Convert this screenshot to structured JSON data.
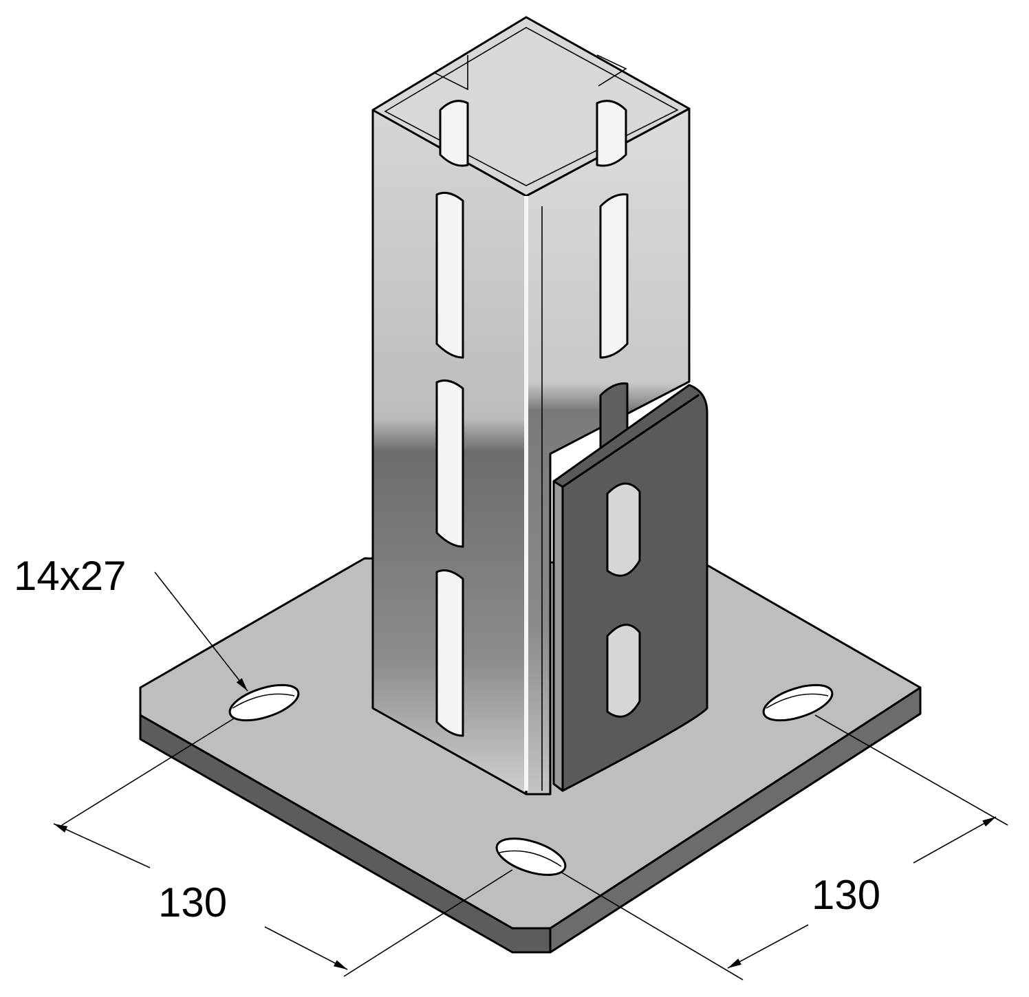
{
  "labels": {
    "slot_size": "14x27",
    "width_left": "130",
    "width_right": "130"
  },
  "colors": {
    "plate_top": "#bdbdbd",
    "plate_side_dark": "#4a4a4a",
    "plate_side_mid": "#6e6e6e",
    "tube_light": "#d2d2d2",
    "tube_dark": "#6a6a6a",
    "bracket": "#5a5a5a",
    "outline": "#000000"
  }
}
